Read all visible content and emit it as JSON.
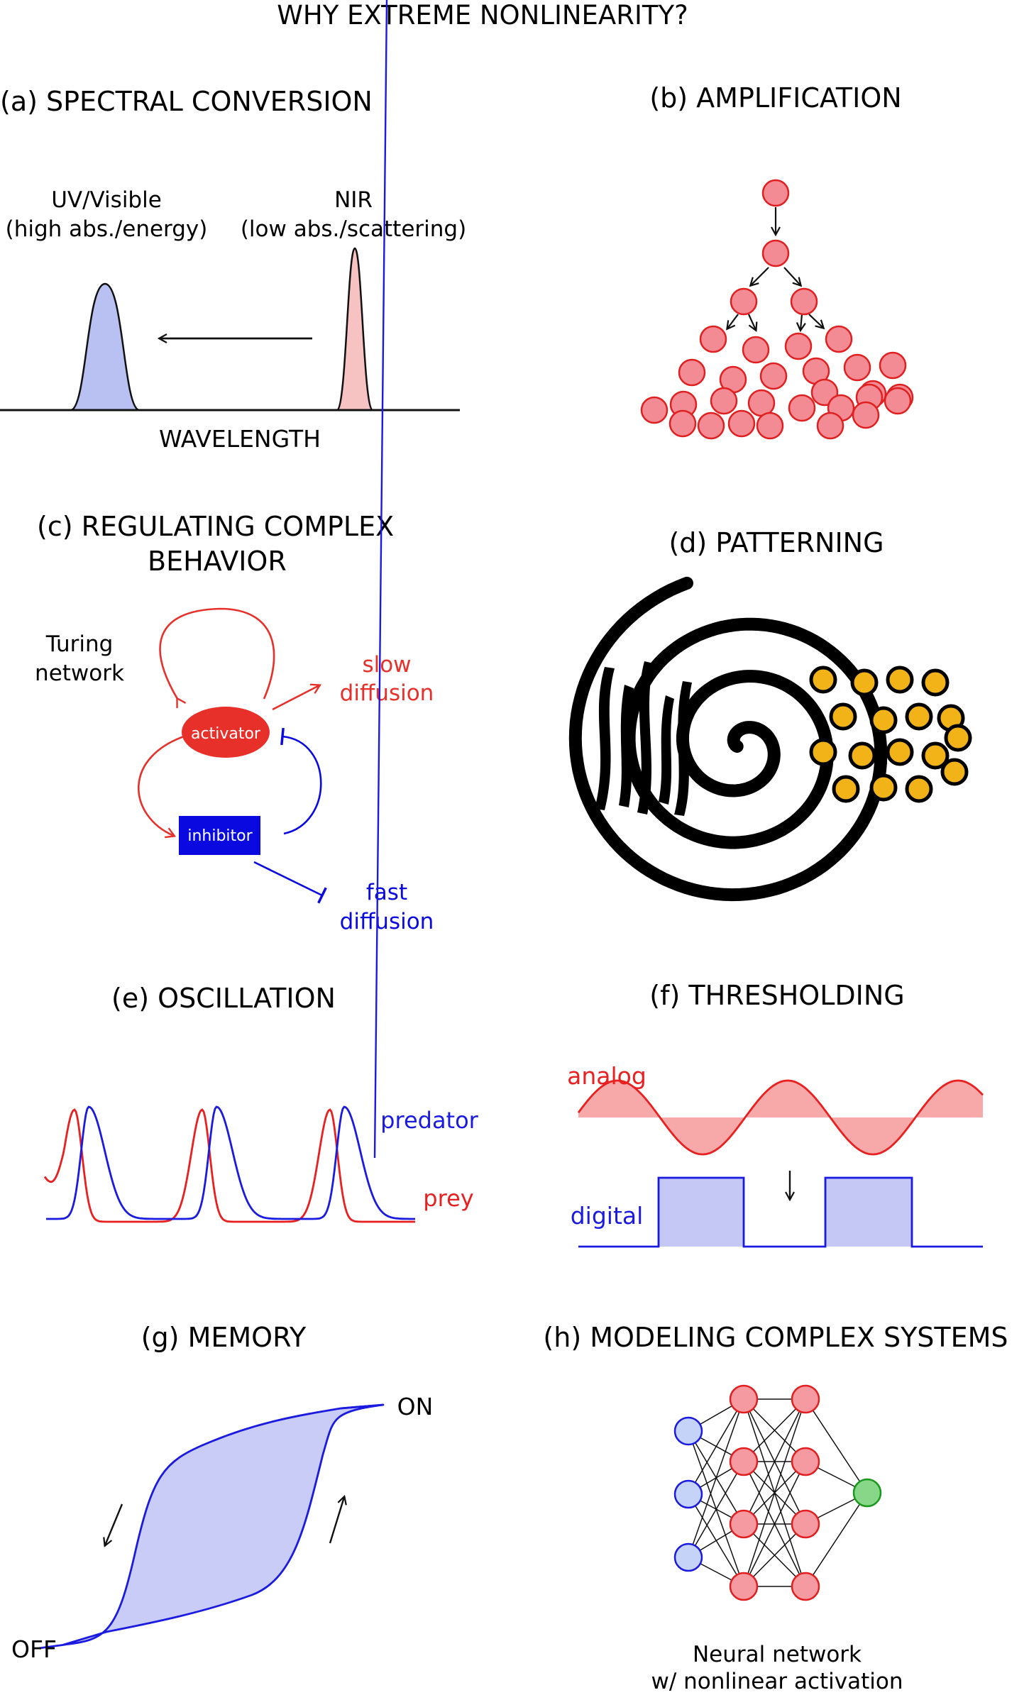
{
  "title": "WHY EXTREME NONLINEARITY?",
  "panels": {
    "a": {
      "heading": "(a)   SPECTRAL CONVERSION",
      "left_label_1": "UV/Visible",
      "left_label_2": "(high abs./energy)",
      "right_label_1": "NIR",
      "right_label_2": "(low abs./scattering)",
      "axis_label": "WAVELENGTH",
      "colors": {
        "uv_fill": "#b9c1f2",
        "nir_fill": "#f7c2c2"
      }
    },
    "b": {
      "heading": "(b) AMPLIFICATION",
      "colors": {
        "particle": "#f38b94",
        "stroke": "#e02020"
      }
    },
    "c": {
      "heading_1": "(c) REGULATING COMPLEX",
      "heading_2": "BEHAVIOR",
      "turing_1": "Turing",
      "turing_2": "network",
      "activator": "activator",
      "inhibitor": "inhibitor",
      "slow_1": "slow",
      "slow_2": "diffusion",
      "fast_1": "fast",
      "fast_2": "diffusion",
      "colors": {
        "activator": "#e8302a",
        "inhibitor": "#0a0ae0"
      }
    },
    "d": {
      "heading": "(d) PATTERNING",
      "colors": {
        "spot": "#f2b318",
        "ink": "#000000"
      }
    },
    "e": {
      "heading": "(e) OSCILLATION",
      "predator": "predator",
      "prey": "prey",
      "colors": {
        "predator": "#1a1ae0",
        "prey": "#e82020"
      }
    },
    "f": {
      "heading": "(f) THRESHOLDING",
      "analog": "analog",
      "digital": "digital",
      "colors": {
        "analog_fill": "#f7a8a8",
        "digital_fill": "#c5c8f5"
      }
    },
    "g": {
      "heading": "(g) MEMORY",
      "on": "ON",
      "off": "OFF",
      "colors": {
        "loop_fill": "#c9ccf7"
      }
    },
    "h": {
      "heading": "(h) MODELING COMPLEX SYSTEMS",
      "caption_1": "Neural network",
      "caption_2": "w/ nonlinear activation",
      "colors": {
        "input": "#c4d3f7",
        "hidden": "#f59aa0",
        "output": "#88d688"
      }
    }
  }
}
